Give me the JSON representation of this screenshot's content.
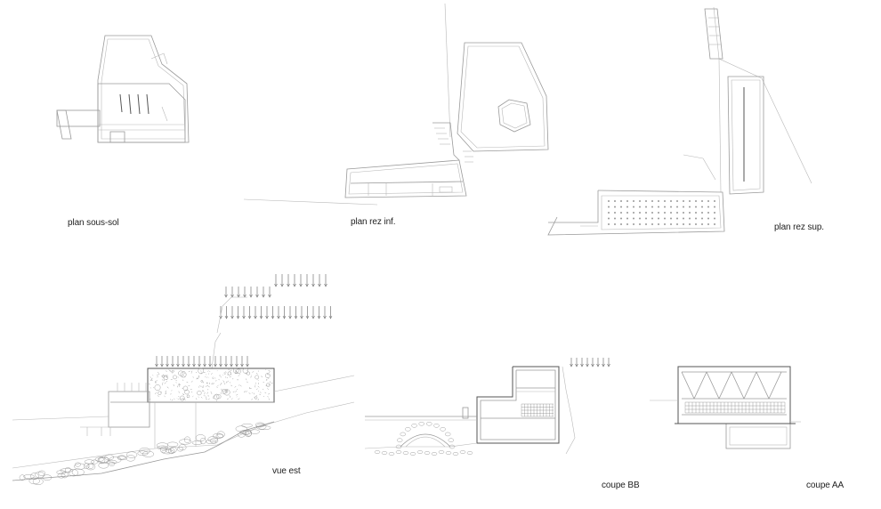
{
  "drawings": {
    "plan_sous_sol": {
      "caption": "plan sous-sol"
    },
    "plan_rez_inf": {
      "caption": "plan rez inf."
    },
    "plan_rez_sup": {
      "caption": "plan rez sup."
    },
    "vue_est": {
      "caption": "vue est"
    },
    "coupe_bb": {
      "caption": "coupe BB"
    },
    "coupe_aa": {
      "caption": "coupe AA"
    }
  }
}
